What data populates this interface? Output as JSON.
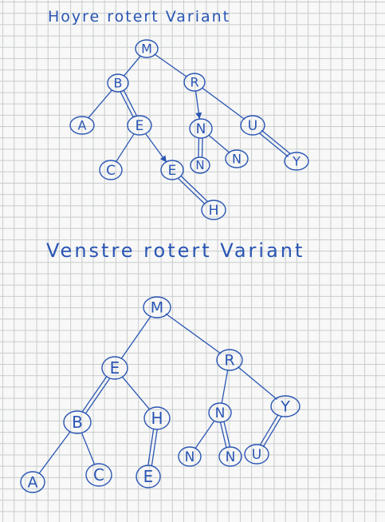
{
  "colors": {
    "ink": "#2a55b4",
    "grid": "#b9bdbe",
    "paper": "#f7f8f7"
  },
  "titles": {
    "right_rotated": "Hoyre rotert Variant",
    "left_rotated": "Venstre rotert Variant"
  },
  "trees": {
    "right_rotated": {
      "nodes": [
        {
          "id": "m",
          "label": "M"
        },
        {
          "id": "b",
          "label": "B"
        },
        {
          "id": "r",
          "label": "R"
        },
        {
          "id": "a",
          "label": "A"
        },
        {
          "id": "e",
          "label": "E"
        },
        {
          "id": "n1",
          "label": "N"
        },
        {
          "id": "u",
          "label": "U"
        },
        {
          "id": "c",
          "label": "C"
        },
        {
          "id": "e2",
          "label": "E"
        },
        {
          "id": "n2",
          "label": "N"
        },
        {
          "id": "n3",
          "label": "N"
        },
        {
          "id": "y",
          "label": "Y"
        },
        {
          "id": "h",
          "label": "H"
        }
      ],
      "edges": [
        {
          "from": "m",
          "to": "b",
          "style": "single"
        },
        {
          "from": "m",
          "to": "r",
          "style": "single"
        },
        {
          "from": "b",
          "to": "a",
          "style": "single"
        },
        {
          "from": "b",
          "to": "e",
          "style": "double"
        },
        {
          "from": "e",
          "to": "c",
          "style": "single"
        },
        {
          "from": "e",
          "to": "e2",
          "style": "arrow"
        },
        {
          "from": "e2",
          "to": "h",
          "style": "double"
        },
        {
          "from": "r",
          "to": "n1",
          "style": "arrow"
        },
        {
          "from": "r",
          "to": "u",
          "style": "single"
        },
        {
          "from": "n1",
          "to": "n2",
          "style": "double"
        },
        {
          "from": "n1",
          "to": "n3",
          "style": "single"
        },
        {
          "from": "u",
          "to": "y",
          "style": "double"
        }
      ]
    },
    "left_rotated": {
      "nodes": [
        {
          "id": "m",
          "label": "M"
        },
        {
          "id": "e",
          "label": "E"
        },
        {
          "id": "r",
          "label": "R"
        },
        {
          "id": "b",
          "label": "B"
        },
        {
          "id": "h",
          "label": "H"
        },
        {
          "id": "n",
          "label": "N"
        },
        {
          "id": "y",
          "label": "Y"
        },
        {
          "id": "a",
          "label": "A"
        },
        {
          "id": "c",
          "label": "C"
        },
        {
          "id": "e2",
          "label": "E"
        },
        {
          "id": "n2",
          "label": "N"
        },
        {
          "id": "n3",
          "label": "N"
        },
        {
          "id": "u",
          "label": "U"
        }
      ],
      "edges": [
        {
          "from": "m",
          "to": "e",
          "style": "single"
        },
        {
          "from": "m",
          "to": "r",
          "style": "single"
        },
        {
          "from": "e",
          "to": "b",
          "style": "double"
        },
        {
          "from": "e",
          "to": "h",
          "style": "single"
        },
        {
          "from": "b",
          "to": "a",
          "style": "single"
        },
        {
          "from": "b",
          "to": "c",
          "style": "single"
        },
        {
          "from": "h",
          "to": "e2",
          "style": "double"
        },
        {
          "from": "r",
          "to": "n",
          "style": "single"
        },
        {
          "from": "r",
          "to": "y",
          "style": "single"
        },
        {
          "from": "n",
          "to": "n2",
          "style": "single"
        },
        {
          "from": "n",
          "to": "n3",
          "style": "double"
        },
        {
          "from": "y",
          "to": "u",
          "style": "double"
        }
      ]
    }
  }
}
